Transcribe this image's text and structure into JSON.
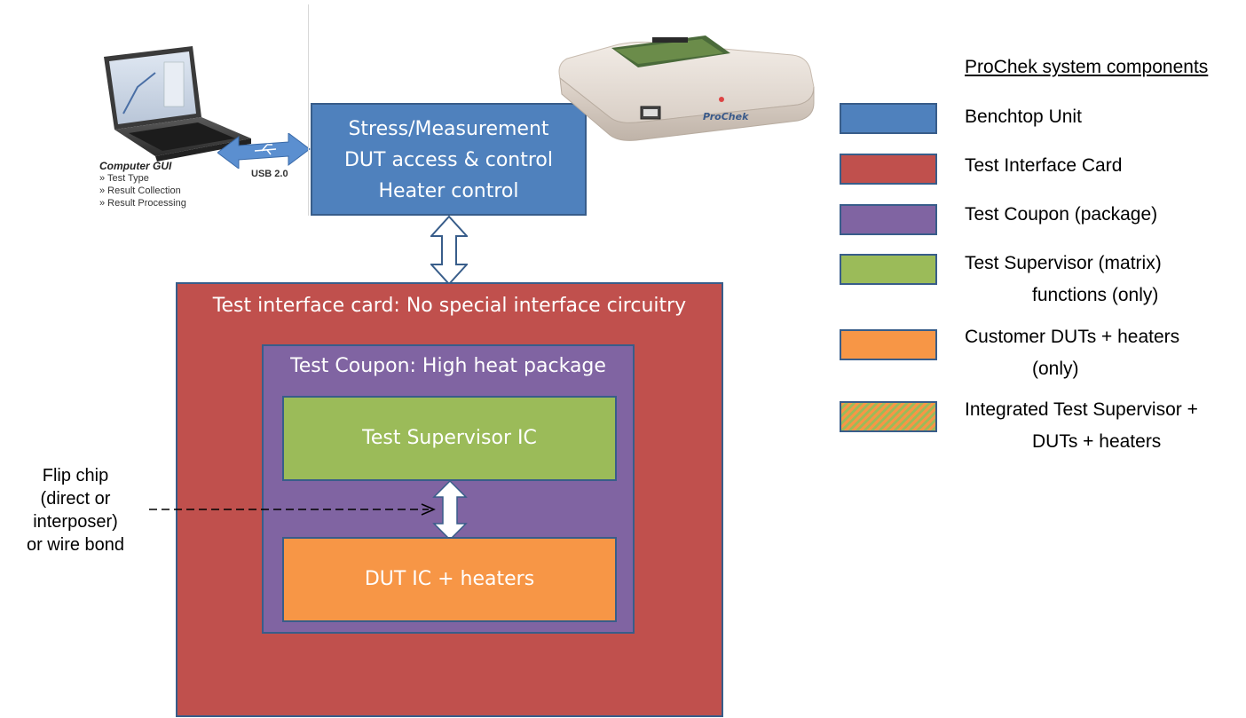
{
  "laptop": {
    "caption_title": "Computer GUI",
    "caption_items": [
      "» Test Type",
      "» Result Collection",
      "» Result Processing"
    ],
    "usb_label": "USB 2.0"
  },
  "benchtop": {
    "lines": [
      "Stress/Measurement",
      "DUT access & control",
      "Heater control"
    ],
    "color": "#4f81bd"
  },
  "device_photo": {
    "brand": "ProChek"
  },
  "interface_card": {
    "label": "Test interface card: No special interface circuitry",
    "color": "#c0504d"
  },
  "coupon": {
    "label": "Test Coupon: High heat package",
    "color": "#8064a2"
  },
  "supervisor": {
    "label": "Test Supervisor IC",
    "color": "#9bbb59"
  },
  "dut": {
    "label": "DUT IC + heaters",
    "color": "#f79646"
  },
  "flip_chip_note": {
    "lines": [
      "Flip chip",
      "(direct or",
      "interposer)",
      "or wire bond"
    ]
  },
  "legend": {
    "title": "ProChek system components",
    "items": [
      {
        "line1": "Benchtop Unit",
        "line2": "",
        "color": "#4f81bd"
      },
      {
        "line1": "Test Interface Card",
        "line2": "",
        "color": "#c0504d"
      },
      {
        "line1": "Test Coupon (package)",
        "line2": "",
        "color": "#8064a2"
      },
      {
        "line1": "Test Supervisor (matrix)",
        "line2": "functions (only)",
        "color": "#9bbb59"
      },
      {
        "line1": "Customer DUTs + heaters",
        "line2": "(only)",
        "color": "#f79646"
      },
      {
        "line1": "Integrated Test Supervisor +",
        "line2": "DUTs + heaters",
        "color": "hatched"
      }
    ]
  }
}
